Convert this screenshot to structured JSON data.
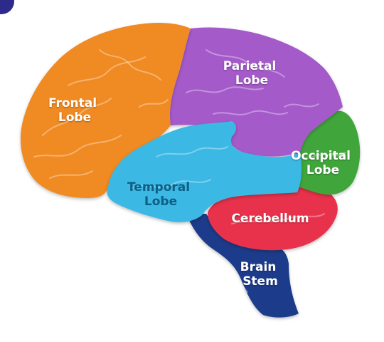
{
  "diagram": {
    "regions": [
      {
        "id": "frontal",
        "line1": "Frontal",
        "line2": "Lobe",
        "color": "#f08a24",
        "label_color": "#ffffff"
      },
      {
        "id": "parietal",
        "line1": "Parietal",
        "line2": "Lobe",
        "color": "#a45ac9",
        "label_color": "#ffffff"
      },
      {
        "id": "occipital",
        "line1": "Occipital",
        "line2": "Lobe",
        "color": "#3fa63b",
        "label_color": "#ffffff"
      },
      {
        "id": "temporal",
        "line1": "Temporal",
        "line2": "Lobe",
        "color": "#3ab8e3",
        "label_color": "#0f5e86"
      },
      {
        "id": "cerebellum",
        "line1": "Cerebellum",
        "line2": "",
        "color": "#e8324c",
        "label_color": "#ffffff"
      },
      {
        "id": "brainstem",
        "line1": "Brain",
        "line2": "Stem",
        "color": "#1e3a8a",
        "label_color": "#ffffff"
      }
    ],
    "corner_badge_color": "#2d2a8c"
  }
}
